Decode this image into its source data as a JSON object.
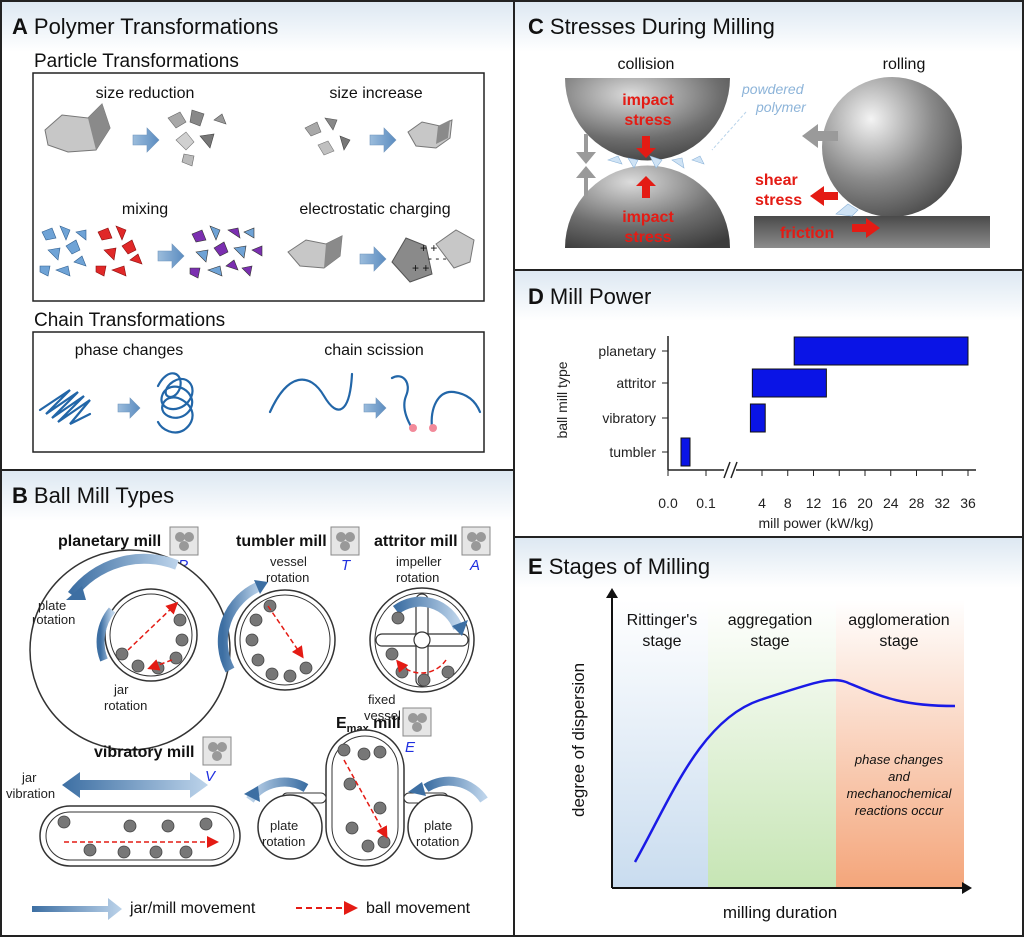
{
  "panel_a": {
    "title_letter": "A",
    "title": "Polymer Transformations",
    "particle_heading": "Particle Transformations",
    "size_reduction": "size reduction",
    "size_increase": "size increase",
    "mixing": "mixing",
    "electrostatic_charging": "electrostatic charging",
    "chain_heading": "Chain Transformations",
    "phase_changes": "phase changes",
    "chain_scission": "chain scission"
  },
  "panel_b": {
    "title_letter": "B",
    "title": "Ball Mill Types",
    "planetary_mill": "planetary mill",
    "planetary_code": "P",
    "plate_rotation": "plate rotation",
    "plate_rotation_l1": "plate",
    "plate_rotation_l2": "rotation",
    "jar_rotation_l1": "jar",
    "jar_rotation_l2": "rotation",
    "tumbler_mill": "tumbler mill",
    "tumbler_code": "T",
    "vessel_rotation_l1": "vessel",
    "vessel_rotation_l2": "rotation",
    "attritor_mill": "attritor mill",
    "attritor_code": "A",
    "impeller_rotation_l1": "impeller",
    "impeller_rotation_l2": "rotation",
    "fixed_vessel_l1": "fixed",
    "fixed_vessel_l2": "vessel",
    "emax_mill_e": "E",
    "emax_mill_sub": "max",
    "emax_mill_rest": " mill",
    "emax_code": "E",
    "vibratory_mill": "vibratory mill",
    "vibratory_code": "V",
    "jar_vibration_l1": "jar",
    "jar_vibration_l2": "vibration",
    "legend_jar": "jar/mill movement",
    "legend_ball": "ball movement"
  },
  "panel_c": {
    "title_letter": "C",
    "title": "Stresses During Milling",
    "collision": "collision",
    "rolling": "rolling",
    "impact_stress_l1": "impact",
    "impact_stress_l2": "stress",
    "powdered_l1": "powdered",
    "powdered_l2": "polymer",
    "shear_l1": "shear",
    "shear_l2": "stress",
    "friction": "friction"
  },
  "panel_d": {
    "title_letter": "D",
    "title": "Mill Power",
    "ylabel": "ball mill type",
    "xlabel": "mill power (kW/kg)",
    "chart_data": {
      "type": "bar",
      "orientation": "horizontal",
      "categories": [
        "planetary",
        "attritor",
        "vibratory",
        "tumbler"
      ],
      "ranges": [
        [
          9,
          36
        ],
        [
          2.5,
          14
        ],
        [
          2.2,
          4.5
        ],
        [
          0.02,
          0.05
        ]
      ],
      "xticks": [
        "0.0",
        "0.1",
        "4",
        "8",
        "12",
        "16",
        "20",
        "24",
        "28",
        "32",
        "36"
      ],
      "axis_break": true,
      "bar_color": "#0a14e6"
    }
  },
  "panel_e": {
    "title_letter": "E",
    "title": "Stages of Milling",
    "ylabel": "degree of dispersion",
    "xlabel": "milling duration",
    "stage1_l1": "Rittinger's",
    "stage1_l2": "stage",
    "stage2_l1": "aggregation",
    "stage2_l2": "stage",
    "stage3_l1": "agglomeration",
    "stage3_l2": "stage",
    "note_l1": "phase changes",
    "note_l2": "and",
    "note_l3": "mechanochemical",
    "note_l4": "reactions occur"
  }
}
